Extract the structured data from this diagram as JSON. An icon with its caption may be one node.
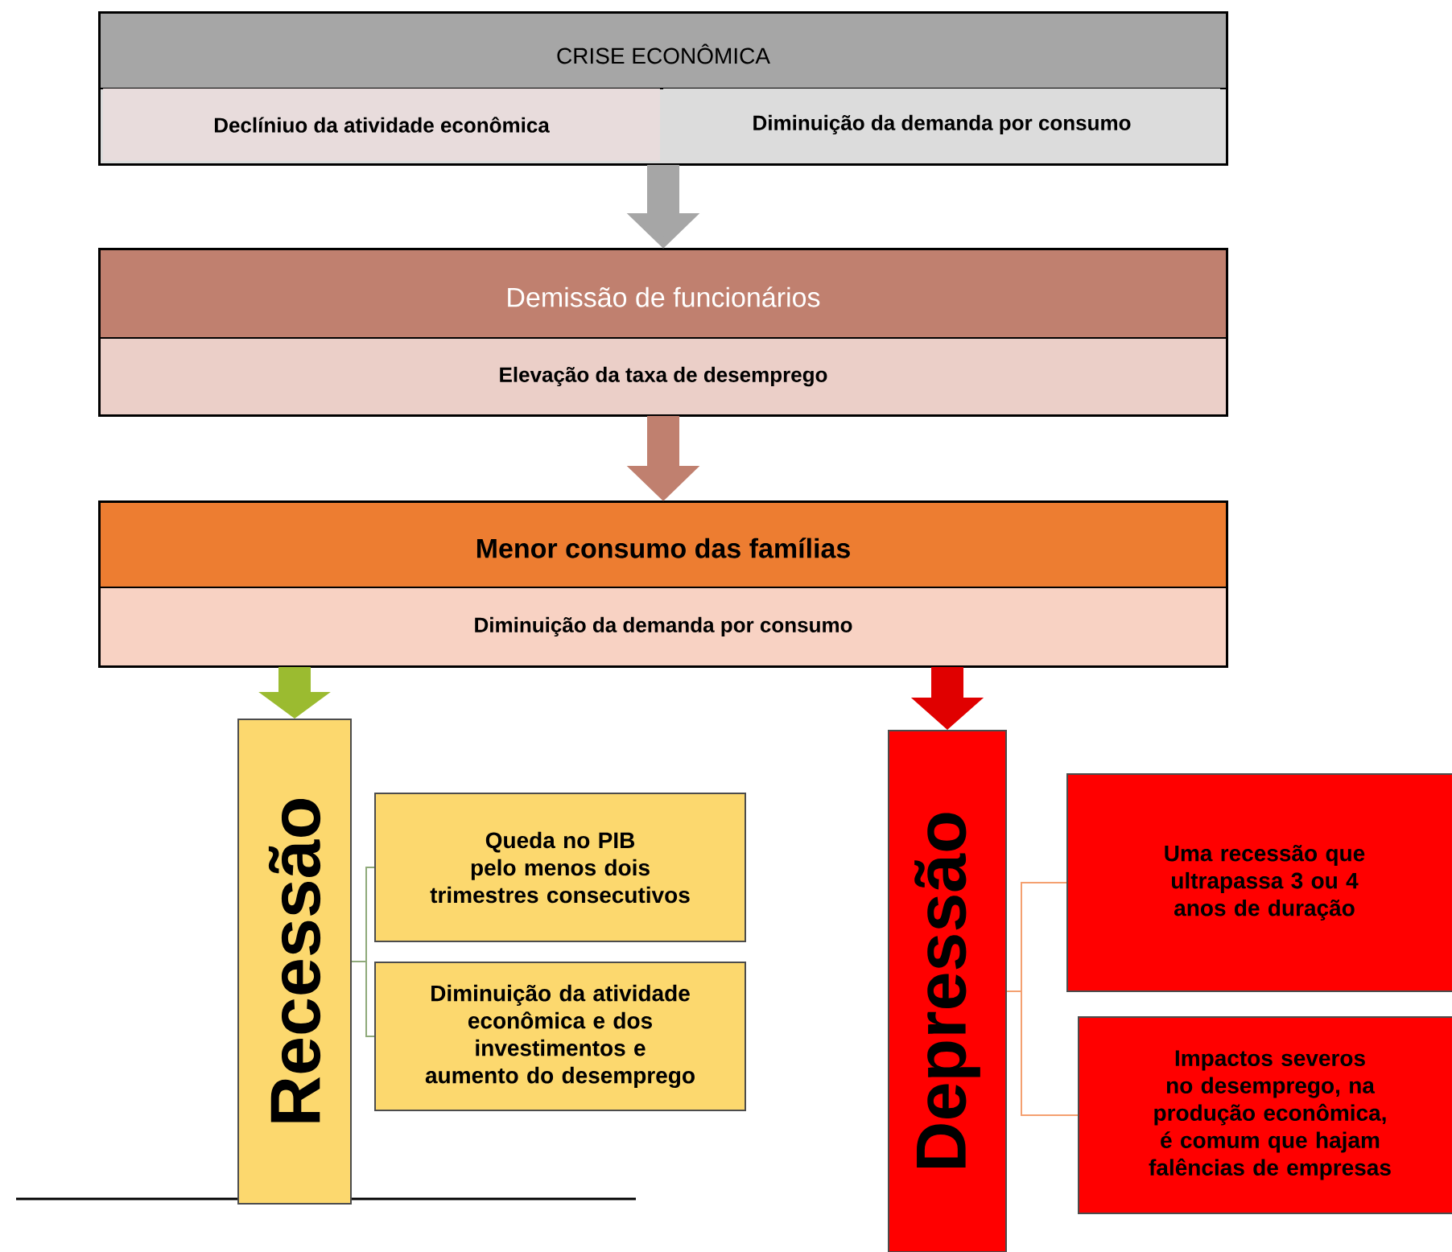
{
  "diagram": {
    "nodes": [
      {
        "text": [
          "CRISE ECONÔMICA"
        ]
      },
      {
        "text": [
          "Declíniuo da atividade econômica"
        ],
        "in": 0
      },
      {
        "text": [
          "Diminuição da demanda por consumo"
        ],
        "in": 0
      },
      {
        "text": [
          "Demissão de funcionários",
          "Elevação da taxa de desemprego"
        ]
      },
      {
        "text": [
          "Menor consumo das famílias",
          "Diminuição da demanda por consumo"
        ]
      },
      {
        "text": [
          "Recessão"
        ]
      },
      {
        "text": [
          "Queda no PIB pelo menos dois trimestres consecutivos"
        ]
      },
      {
        "text": [
          "Diminuição da atividade econômica e dos investimentos e aumento do desemprego"
        ]
      },
      {
        "text": [
          "Depressão"
        ]
      },
      {
        "text": [
          "Uma recessão que ultrapassa 3 ou 4 anos de duração"
        ]
      },
      {
        "text": [
          "Impactos severos no desemprego, na produção econômica, é comum que hajam falências de empresas"
        ]
      }
    ],
    "edges": [
      {
        "from": 0,
        "to": 3,
        "arrow": "to",
        "style": "thick",
        "color": "#a6a6a6"
      },
      {
        "from": 3,
        "to": 4,
        "arrow": "to",
        "style": "thick",
        "color": "#c0806f"
      },
      {
        "from": 4,
        "to": 5,
        "arrow": "to",
        "style": "thick",
        "color": "#9bbb30"
      },
      {
        "from": 4,
        "to": 8,
        "arrow": "to",
        "style": "thick",
        "color": "#e00000"
      },
      {
        "from": 5,
        "to": 6,
        "arrow": "none",
        "color": "#8faa7a"
      },
      {
        "from": 5,
        "to": 7,
        "arrow": "none",
        "color": "#8faa7a"
      },
      {
        "from": 8,
        "to": 9,
        "arrow": "none",
        "color": "#f4a070"
      },
      {
        "from": 8,
        "to": 10,
        "arrow": "none",
        "color": "#f4a070"
      }
    ]
  }
}
